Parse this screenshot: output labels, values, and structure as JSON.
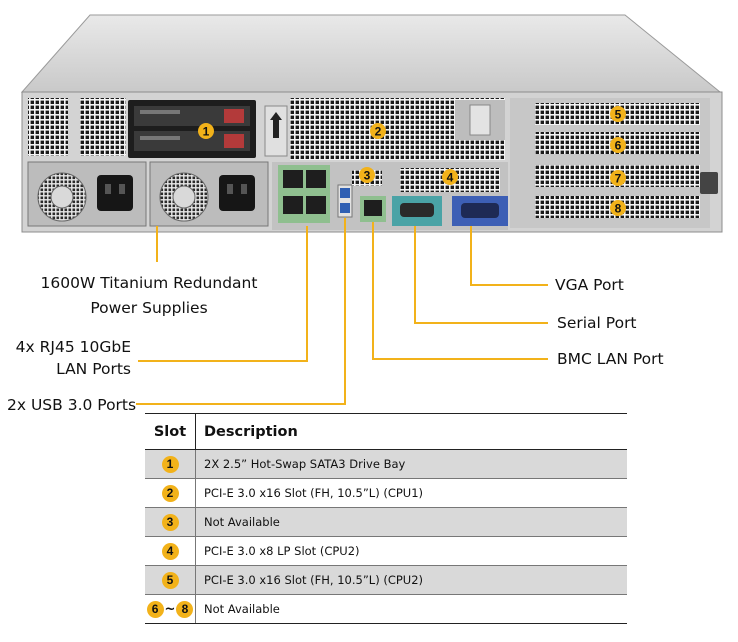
{
  "callouts": {
    "power": "1600W Titanium Redundant\nPower Supplies",
    "power_line1": "1600W Titanium Redundant",
    "power_line2": "Power Supplies",
    "lan_line1": "4x RJ45 10GbE",
    "lan_line2": "LAN Ports",
    "usb": "2x USB 3.0 Ports",
    "vga": "VGA Port",
    "serial": "Serial Port",
    "bmc": "BMC LAN Port"
  },
  "chassis_badges": [
    "1",
    "2",
    "3",
    "4",
    "5",
    "6",
    "7",
    "8"
  ],
  "table": {
    "headers": [
      "Slot",
      "Description"
    ],
    "rows": [
      {
        "slot": "1",
        "description": "2X 2.5” Hot-Swap SATA3 Drive Bay"
      },
      {
        "slot": "2",
        "description": "PCI-E 3.0 x16 Slot (FH, 10.5”L) (CPU1)"
      },
      {
        "slot": "3",
        "description": "Not Available"
      },
      {
        "slot": "4",
        "description": "PCI-E 3.0 x8 LP Slot (CPU2)"
      },
      {
        "slot": "5",
        "description": "PCI-E 3.0 x16 Slot (FH, 10.5”L) (CPU2)"
      },
      {
        "slot_from": "6",
        "slot_sep": "~",
        "slot_to": "8",
        "description": "Not Available"
      }
    ]
  },
  "colors": {
    "badge": "#f2b21a",
    "leader": "#f2b21a",
    "row_shade": "#d9d9d9"
  }
}
